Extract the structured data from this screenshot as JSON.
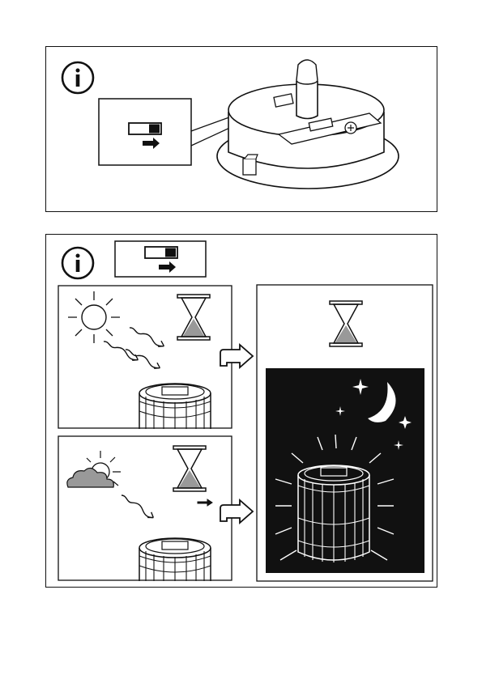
{
  "page": {
    "background": "#ffffff",
    "line_color": "#111111"
  },
  "panel_top": {
    "icons": [
      "info-icon",
      "switch-off-icon",
      "right-arrow-icon"
    ],
    "product": "solar-unit-base-illustration"
  },
  "panel_bottom": {
    "icons": [
      "info-icon",
      "switch-off-icon",
      "right-arrow-icon"
    ],
    "scene_sunny": [
      "sun-icon",
      "sunlight-wave-arrows",
      "hourglass-icon",
      "solar-lantern-illustration"
    ],
    "scene_cloudy": [
      "sun-behind-cloud-icon",
      "sunlight-wave-arrow",
      "hourglass-icon",
      "solar-lantern-illustration"
    ],
    "scene_night": [
      "hourglass-icon",
      "moon-icon",
      "star-icons",
      "glowing-lantern-illustration"
    ],
    "night_background": "#111111",
    "sand_color": "#999999"
  }
}
